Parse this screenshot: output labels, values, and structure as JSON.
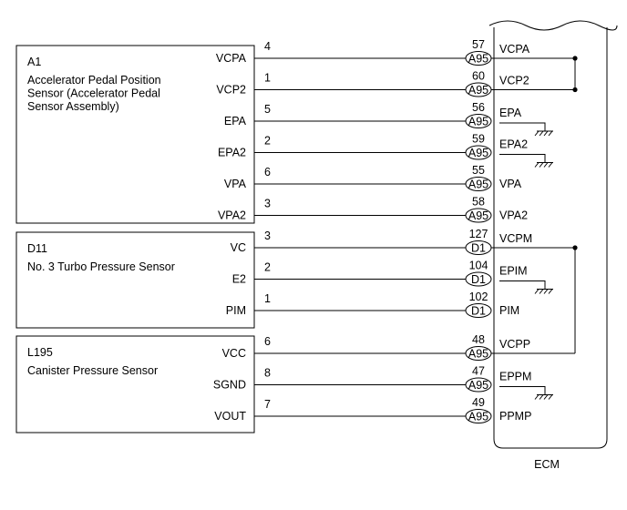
{
  "components": [
    {
      "id": "A1",
      "name_lines": [
        "Accelerator Pedal Position",
        "Sensor (Accelerator Pedal",
        "Sensor Assembly)"
      ],
      "pins": [
        {
          "label": "VCPA",
          "wire": "4",
          "ecm_pin": "57",
          "connector": "A95",
          "ecm_signal": "VCPA",
          "join": "vcp",
          "ground": false
        },
        {
          "label": "VCP2",
          "wire": "1",
          "ecm_pin": "60",
          "connector": "A95",
          "ecm_signal": "VCP2",
          "join": "vcp",
          "ground": false
        },
        {
          "label": "EPA",
          "wire": "5",
          "ecm_pin": "56",
          "connector": "A95",
          "ecm_signal": "EPA",
          "join": null,
          "ground": true
        },
        {
          "label": "EPA2",
          "wire": "2",
          "ecm_pin": "59",
          "connector": "A95",
          "ecm_signal": "EPA2",
          "join": null,
          "ground": true
        },
        {
          "label": "VPA",
          "wire": "6",
          "ecm_pin": "55",
          "connector": "A95",
          "ecm_signal": "VPA",
          "join": null,
          "ground": false
        },
        {
          "label": "VPA2",
          "wire": "3",
          "ecm_pin": "58",
          "connector": "A95",
          "ecm_signal": "VPA2",
          "join": null,
          "ground": false
        }
      ]
    },
    {
      "id": "D11",
      "name_lines": [
        "No. 3 Turbo Pressure Sensor"
      ],
      "pins": [
        {
          "label": "VC",
          "wire": "3",
          "ecm_pin": "127",
          "connector": "D1",
          "ecm_signal": "VCPM",
          "join": "vc",
          "ground": false
        },
        {
          "label": "E2",
          "wire": "2",
          "ecm_pin": "104",
          "connector": "D1",
          "ecm_signal": "EPIM",
          "join": null,
          "ground": true
        },
        {
          "label": "PIM",
          "wire": "1",
          "ecm_pin": "102",
          "connector": "D1",
          "ecm_signal": "PIM",
          "join": null,
          "ground": false
        }
      ]
    },
    {
      "id": "L195",
      "name_lines": [
        "Canister Pressure Sensor"
      ],
      "pins": [
        {
          "label": "VCC",
          "wire": "6",
          "ecm_pin": "48",
          "connector": "A95",
          "ecm_signal": "VCPP",
          "join": "vc",
          "ground": false
        },
        {
          "label": "SGND",
          "wire": "8",
          "ecm_pin": "47",
          "connector": "A95",
          "ecm_signal": "EPPM",
          "join": null,
          "ground": true
        },
        {
          "label": "VOUT",
          "wire": "7",
          "ecm_pin": "49",
          "connector": "A95",
          "ecm_signal": "PPMP",
          "join": null,
          "ground": false
        }
      ]
    }
  ],
  "ecm_label": "ECM"
}
